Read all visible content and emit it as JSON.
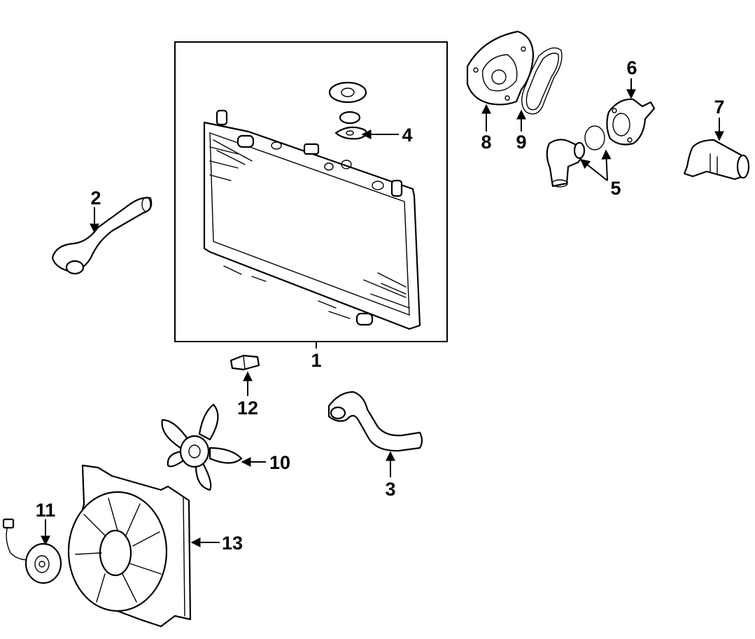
{
  "colors": {
    "line": "#000000",
    "background": "#ffffff"
  },
  "callouts": [
    {
      "id": "c1",
      "label": "1",
      "part": "radiator"
    },
    {
      "id": "c2",
      "label": "2",
      "part": "upper-hose"
    },
    {
      "id": "c3",
      "label": "3",
      "part": "lower-hose"
    },
    {
      "id": "c4",
      "label": "4",
      "part": "radiator-cap"
    },
    {
      "id": "c5",
      "label": "5",
      "part": "thermostat"
    },
    {
      "id": "c6",
      "label": "6",
      "part": "thermostat-housing"
    },
    {
      "id": "c7",
      "label": "7",
      "part": "water-outlet"
    },
    {
      "id": "c8",
      "label": "8",
      "part": "water-pump"
    },
    {
      "id": "c9",
      "label": "9",
      "part": "pump-gasket"
    },
    {
      "id": "c10",
      "label": "10",
      "part": "fan-blade"
    },
    {
      "id": "c11",
      "label": "11",
      "part": "fan-motor"
    },
    {
      "id": "c12",
      "label": "12",
      "part": "temp-switch"
    },
    {
      "id": "c13",
      "label": "13",
      "part": "fan-shroud"
    }
  ]
}
